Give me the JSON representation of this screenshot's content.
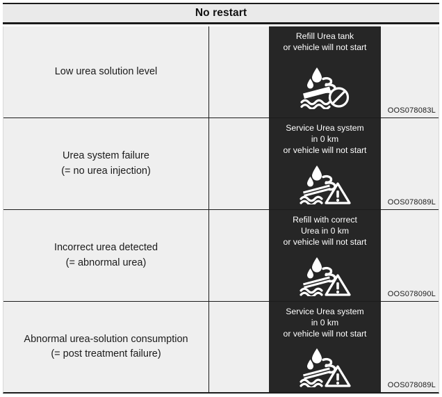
{
  "header": {
    "title": "No restart"
  },
  "table": {
    "rows": [
      {
        "description": "Low urea solution level",
        "display_message": "Refill Urea tank\nor vehicle will not start",
        "icon": "urea-tank-prohibited-icon",
        "code": "OOS078083L"
      },
      {
        "description": "Urea system failure\n(= no urea injection)",
        "display_message": "Service Urea system\nin 0 km\nor vehicle will not start",
        "icon": "urea-tank-warning-icon",
        "code": "OOS078089L"
      },
      {
        "description": "Incorrect urea detected\n(= abnormal urea)",
        "display_message": "Refill with correct\nUrea in 0 km\nor vehicle will not start",
        "icon": "urea-tank-warning-icon",
        "code": "OOS078090L"
      },
      {
        "description": "Abnormal urea-solution consumption\n(= post treatment failure)",
        "display_message": "Service Urea system\nin 0 km\nor vehicle will not start",
        "icon": "urea-tank-warning-icon",
        "code": "OOS078089L"
      }
    ]
  },
  "colors": {
    "display_background": "#262626",
    "display_text": "#ffffff",
    "cell_background": "#efefef",
    "header_background": "#eaeaea",
    "border": "#1b1b1b"
  }
}
